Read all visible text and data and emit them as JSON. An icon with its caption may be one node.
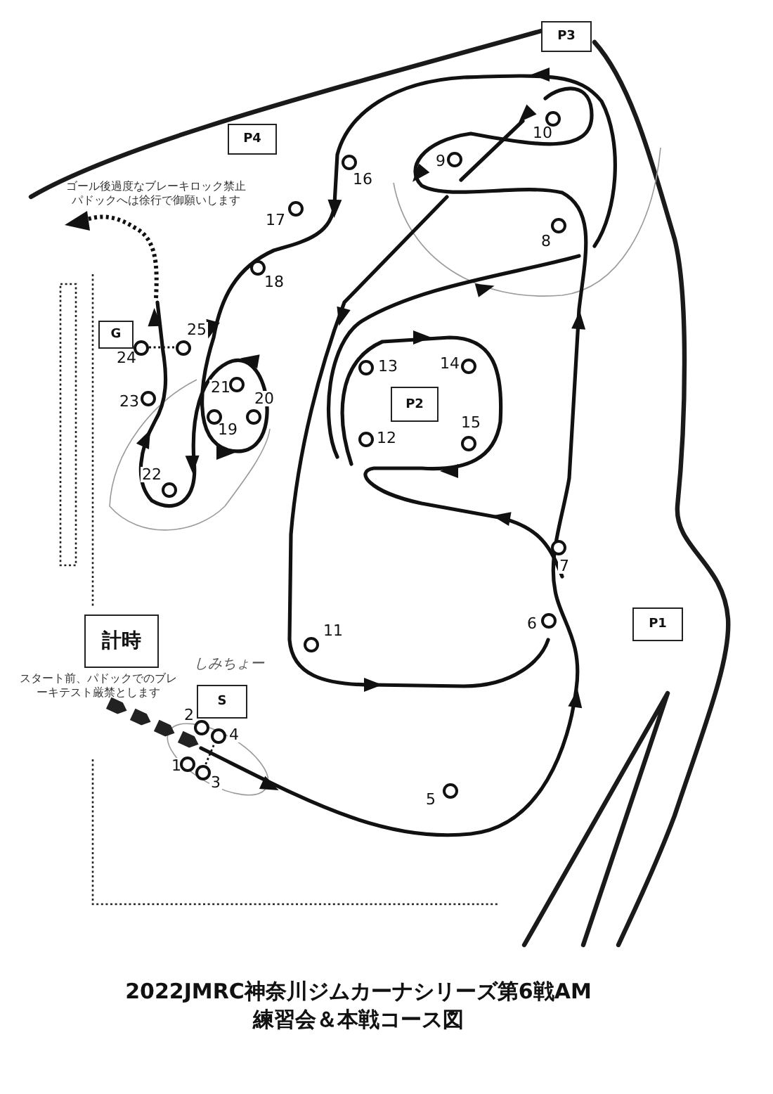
{
  "diagram": {
    "title": "2022JMRC神奈川ジムカーナシリーズ第6戦AM練習会＆本戦コース図",
    "nodes": [
      {
        "text": [
          "P3"
        ]
      },
      {
        "text": [
          "P4"
        ]
      },
      {
        "text": [
          "G"
        ]
      },
      {
        "text": [
          "P2"
        ]
      },
      {
        "text": [
          "P1"
        ]
      },
      {
        "text": [
          "計時"
        ]
      },
      {
        "text": [
          "S"
        ]
      },
      {
        "text": [],
        "shape": "circle",
        "beside": [
          "1"
        ]
      },
      {
        "text": [],
        "shape": "circle",
        "beside": [
          "2"
        ]
      },
      {
        "text": [],
        "shape": "circle",
        "beside": [
          "3"
        ]
      },
      {
        "text": [],
        "shape": "circle",
        "beside": [
          "4"
        ]
      },
      {
        "text": [],
        "shape": "circle",
        "beside": [
          "5"
        ]
      },
      {
        "text": [],
        "shape": "circle",
        "beside": [
          "6"
        ]
      },
      {
        "text": [],
        "shape": "circle",
        "beside": [
          "7"
        ]
      },
      {
        "text": [],
        "shape": "circle",
        "beside": [
          "8"
        ]
      },
      {
        "text": [],
        "shape": "circle",
        "beside": [
          "9"
        ]
      },
      {
        "text": [],
        "shape": "circle",
        "beside": [
          "10"
        ]
      },
      {
        "text": [],
        "shape": "circle",
        "beside": [
          "11"
        ]
      },
      {
        "text": [],
        "shape": "circle",
        "beside": [
          "12"
        ]
      },
      {
        "text": [],
        "shape": "circle",
        "beside": [
          "13"
        ]
      },
      {
        "text": [],
        "shape": "circle",
        "beside": [
          "14"
        ]
      },
      {
        "text": [],
        "shape": "circle",
        "beside": [
          "15"
        ]
      },
      {
        "text": [],
        "shape": "circle",
        "beside": [
          "16"
        ]
      },
      {
        "text": [],
        "shape": "circle",
        "beside": [
          "17"
        ]
      },
      {
        "text": [],
        "shape": "circle",
        "beside": [
          "18"
        ]
      },
      {
        "text": [],
        "shape": "circle",
        "beside": [
          "19"
        ]
      },
      {
        "text": [],
        "shape": "circle",
        "beside": [
          "20"
        ]
      },
      {
        "text": [],
        "shape": "circle",
        "beside": [
          "21"
        ]
      },
      {
        "text": [],
        "shape": "circle",
        "beside": [
          "22"
        ]
      },
      {
        "text": [],
        "shape": "circle",
        "beside": [
          "23"
        ]
      },
      {
        "text": [],
        "shape": "circle",
        "beside": [
          "24"
        ]
      },
      {
        "text": [],
        "shape": "circle",
        "beside": [
          "25"
        ]
      }
    ],
    "edges": [
      {
        "from": 30,
        "to": 31,
        "arrow": "none",
        "style": "dashed"
      },
      {
        "from": 9,
        "to": 10,
        "arrow": "none",
        "style": "dashed"
      }
    ],
    "labels": [
      "ゴール後過度なブレーキロック禁止パドックへは徐行で御願いします",
      "しみちょー",
      "スタート前、パドックでのブレーキテスト厳禁とします"
    ]
  }
}
